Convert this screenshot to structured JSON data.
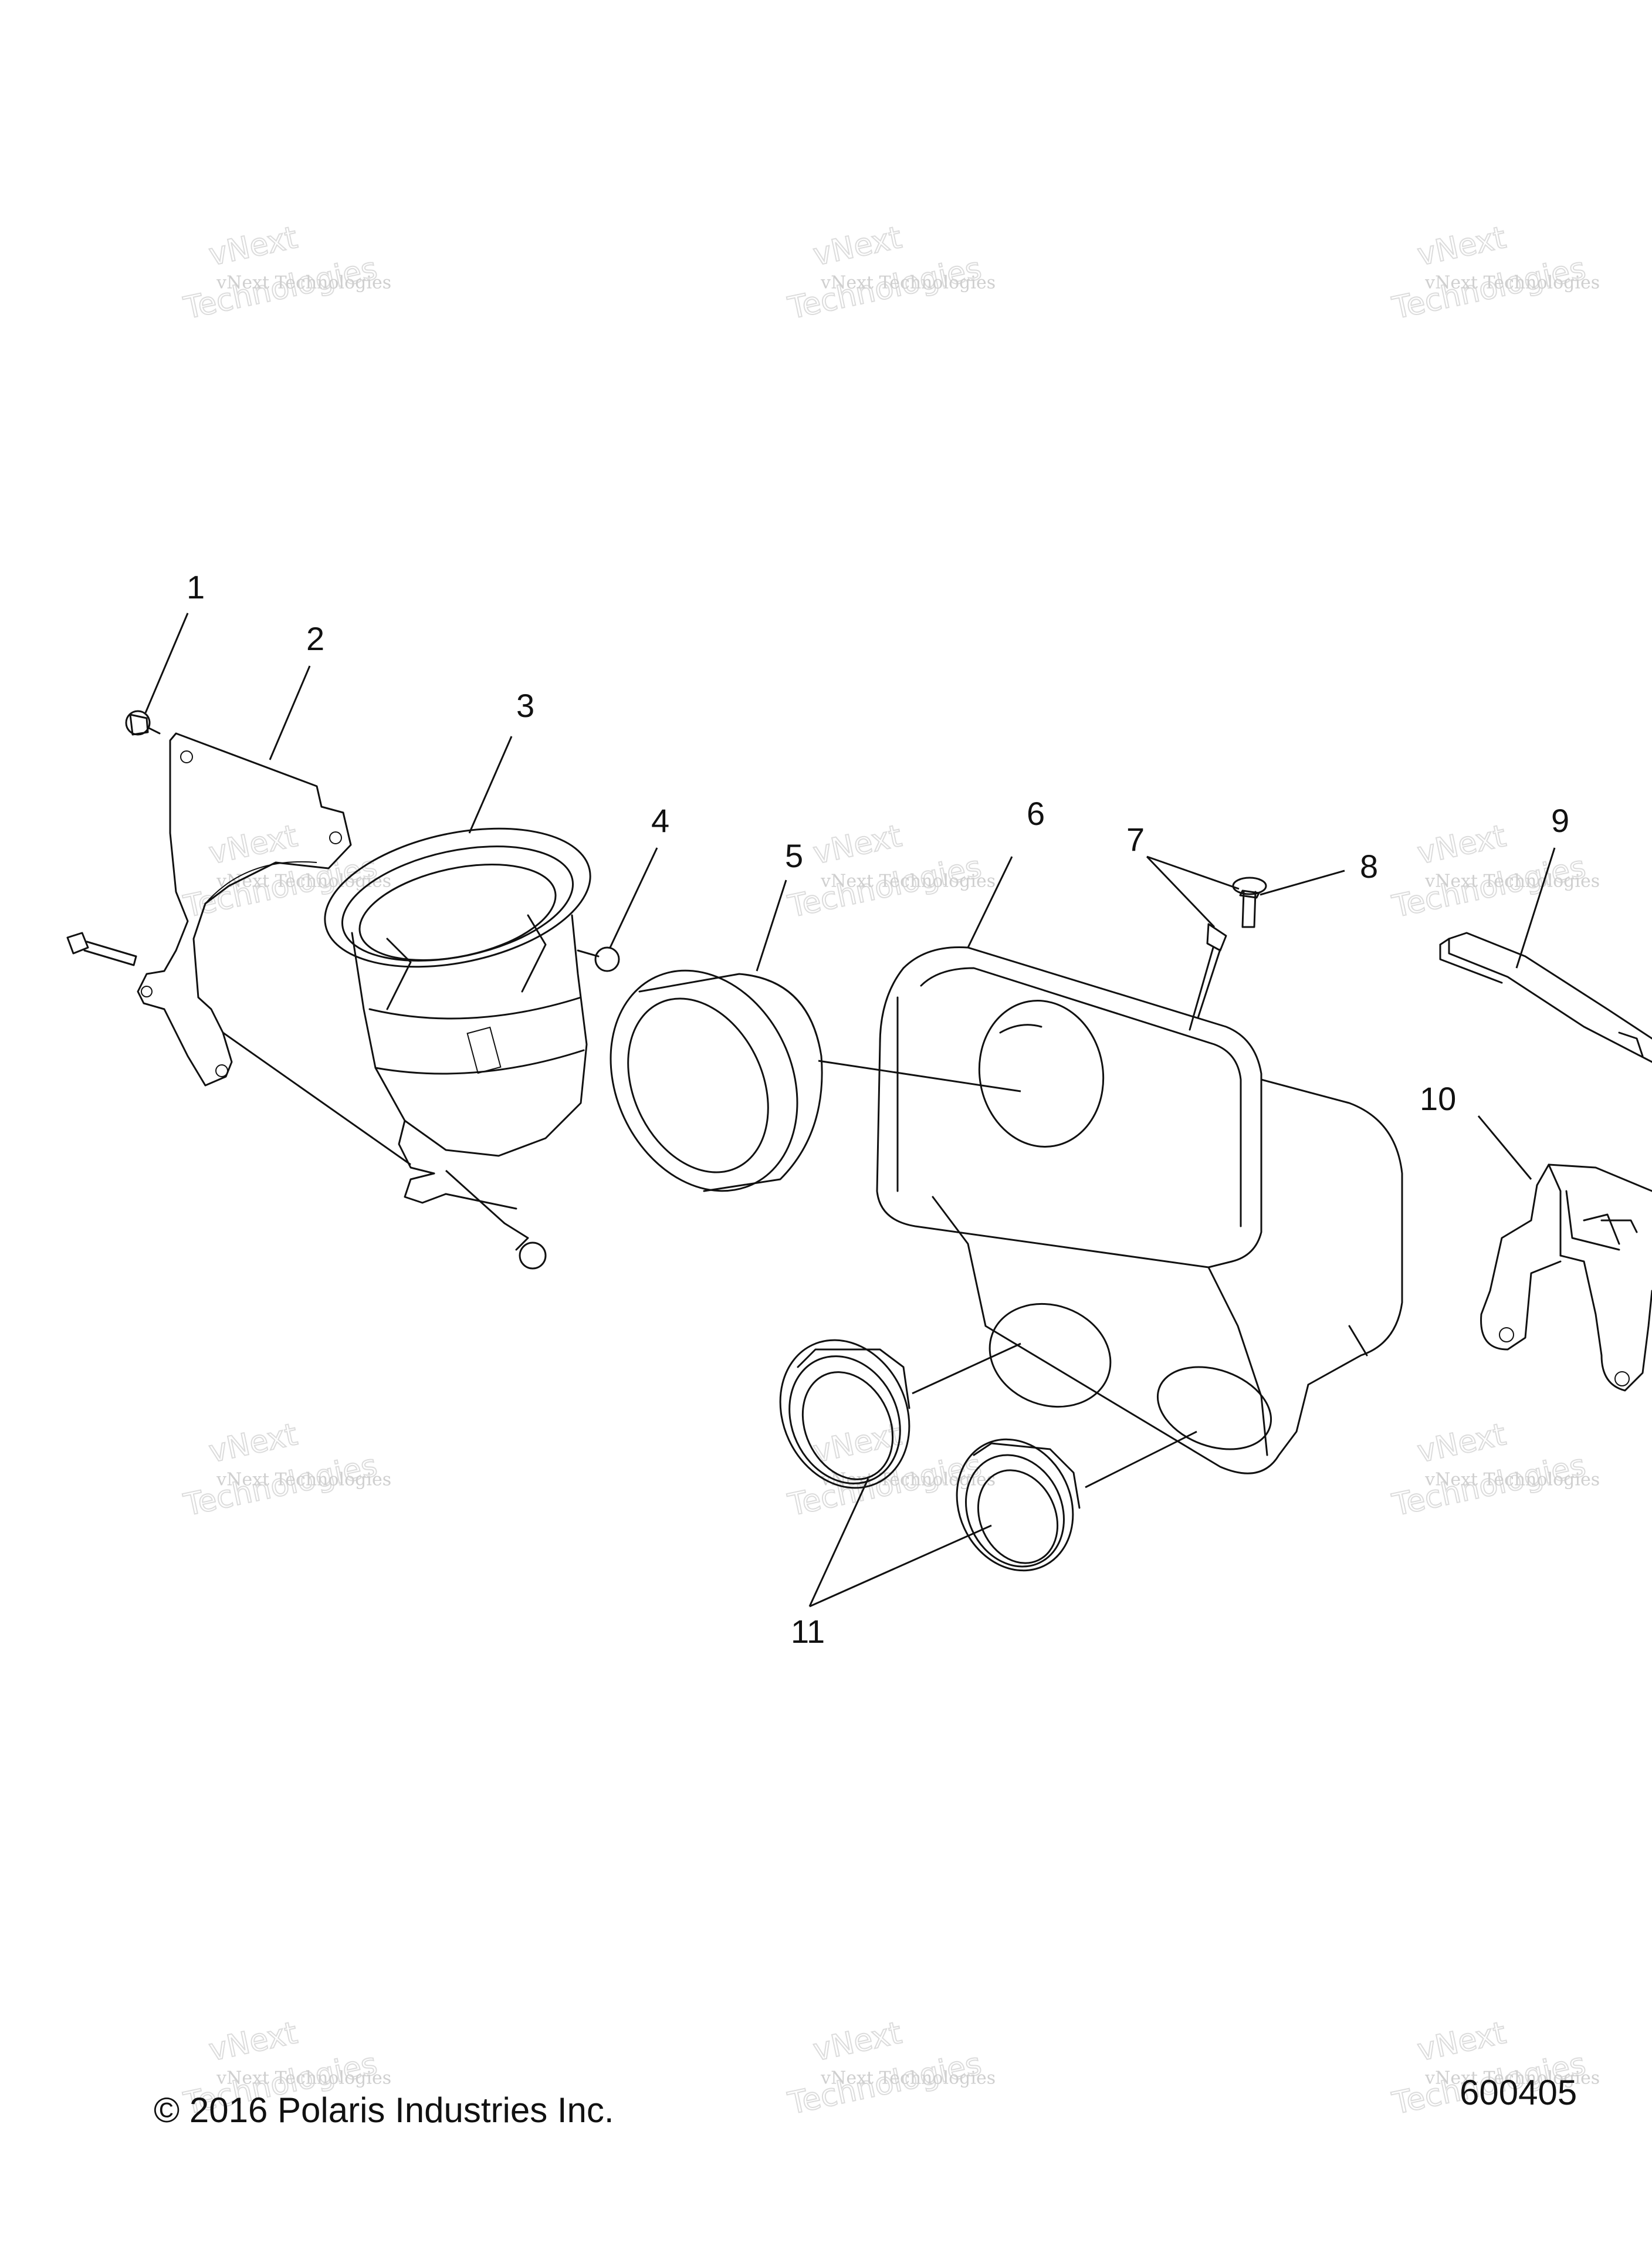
{
  "callouts": {
    "c1": "1",
    "c2": "2",
    "c3": "3",
    "c4": "4",
    "c5": "5",
    "c6": "6",
    "c7": "7",
    "c8": "8",
    "c9": "9",
    "c10": "10",
    "c11": "11"
  },
  "watermark": {
    "line_small": "vNext Technologies",
    "line_big_a": "vNext",
    "line_big_b": "Technologies"
  },
  "footer": {
    "copyright": "© 2016 Polaris Industries Inc.",
    "drawing_number": "600405"
  }
}
